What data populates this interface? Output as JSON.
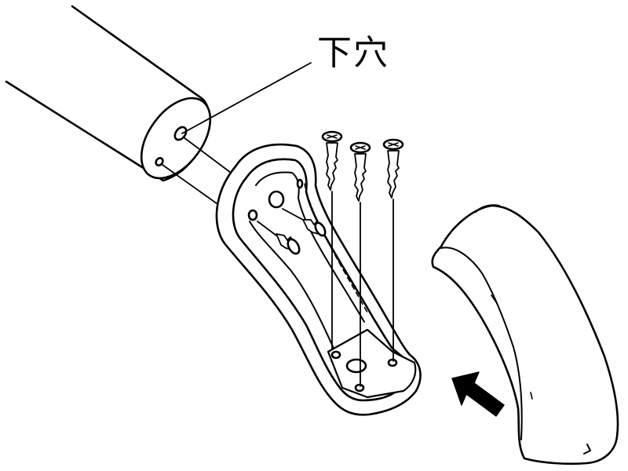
{
  "diagram": {
    "callout": {
      "label": "下穴"
    },
    "parts": {
      "rail": "handrail-pipe",
      "bracket": "bracket-base",
      "cover": "bracket-cover"
    },
    "screws": {
      "bracket_mounting_count": 3,
      "rail_fixing_count": 2
    },
    "arrow": {
      "direction": "up-left",
      "meaning": "attach-cover"
    },
    "colors": {
      "line": "#000000",
      "fill": "#ffffff"
    }
  }
}
